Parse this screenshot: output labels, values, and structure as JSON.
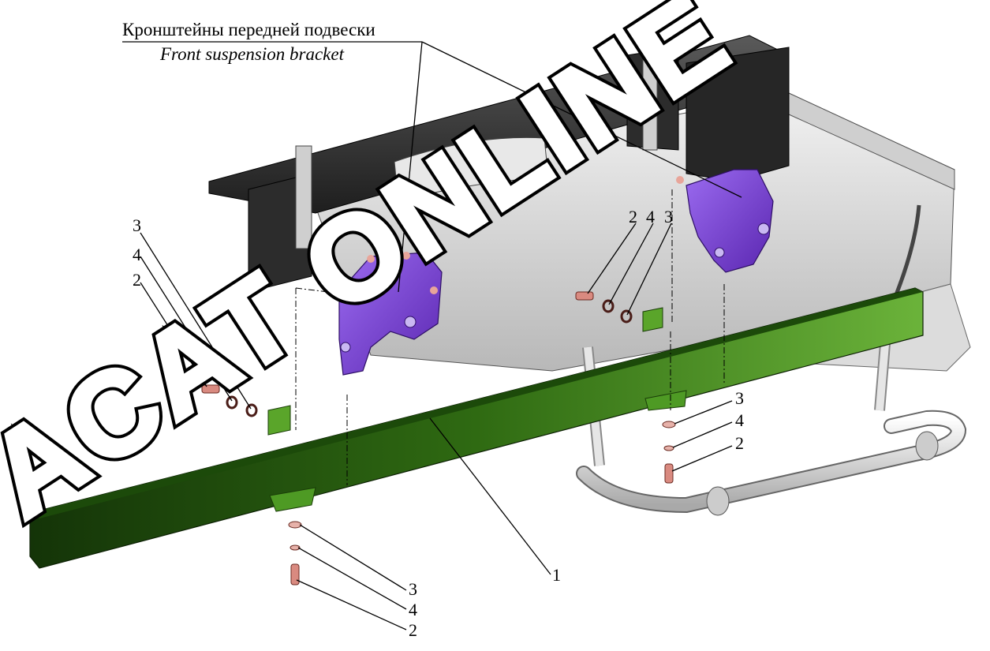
{
  "caption": {
    "ru": "Кронштейны передней подвески",
    "en": "Front suspension bracket"
  },
  "watermark": "ACAT ONLINE",
  "callouts": {
    "left_3": "3",
    "left_4": "4",
    "left_2": "2",
    "mid_2": "2",
    "mid_4": "4",
    "mid_3": "3",
    "right_3": "3",
    "right_4": "4",
    "right_2": "2",
    "bot_3": "3",
    "bot_4": "4",
    "bot_2": "2",
    "spring_1": "1"
  },
  "colors": {
    "frame": "#3a3a3a",
    "crossmember": "#d9d9d9",
    "bracket": "#7a3fd6",
    "spring": "#2f6a12",
    "hardware": "#d98a80",
    "stabilizer": "#e4e4e4"
  },
  "components": {
    "frame_rail": "frame-rail",
    "crossmember": "crossmember",
    "front_bracket_left": "suspension-bracket",
    "front_bracket_right": "suspension-bracket",
    "leaf_spring": "leaf-spring",
    "stabilizer_bar": "stabilizer-bar"
  }
}
